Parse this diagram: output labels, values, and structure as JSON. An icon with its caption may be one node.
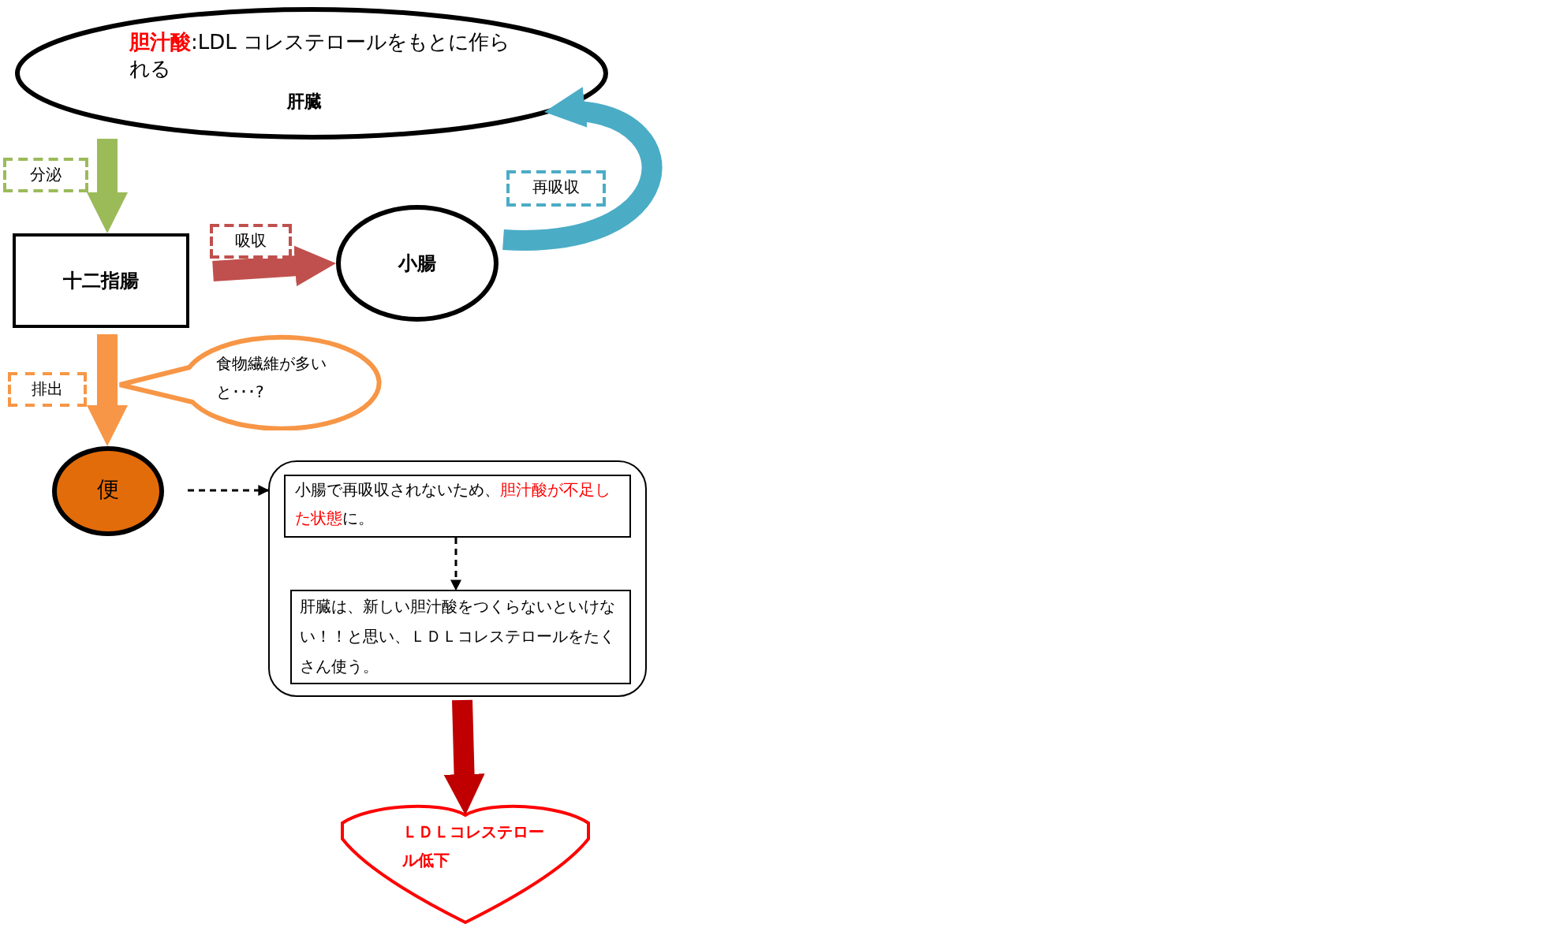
{
  "diagram": {
    "nodes": [
      {
        "text": [
          "**胆汁酸**:LDL コレステロールをもとに作られる",
          "肝臓"
        ]
      },
      {
        "text": [
          "十二指腸"
        ]
      },
      {
        "text": [
          "小腸"
        ]
      },
      {
        "text": [
          "食物繊維が多いと･･･?"
        ]
      },
      {
        "text": [
          "便"
        ]
      },
      {
        "text": [],
        "shape": "box"
      },
      {
        "text": [
          "小腸で再吸収されないため、**胆汁酸が不足した状態**に。"
        ],
        "in": 5
      },
      {
        "text": [
          "肝臓は、新しい胆汁酸をつくらないといけない！！と思い、ＬＤＬコレステロールをたくさん使う。"
        ],
        "in": 5
      },
      {
        "text": [
          "ＬＤＬコレステロール低下"
        ]
      }
    ],
    "edges": [
      {
        "from": 0,
        "to": 1,
        "arrow": "to",
        "label": "分泌",
        "color": "#9bbb59"
      },
      {
        "from": 1,
        "to": 2,
        "arrow": "to",
        "label": "吸収",
        "color": "#c0504d"
      },
      {
        "from": 2,
        "to": 0,
        "arrow": "to",
        "label": "再吸収",
        "color": "#4bacc6"
      },
      {
        "from": 1,
        "to": 4,
        "arrow": "to",
        "label": "排出",
        "color": "#f79646"
      },
      {
        "from": 4,
        "to": 5,
        "arrow": "to",
        "style": "dashed",
        "color": "#000000"
      },
      {
        "from": 6,
        "to": 7,
        "arrow": "to",
        "style": "dashed",
        "color": "#000000"
      },
      {
        "from": 5,
        "to": 8,
        "arrow": "to",
        "color": "#c00000"
      }
    ]
  }
}
